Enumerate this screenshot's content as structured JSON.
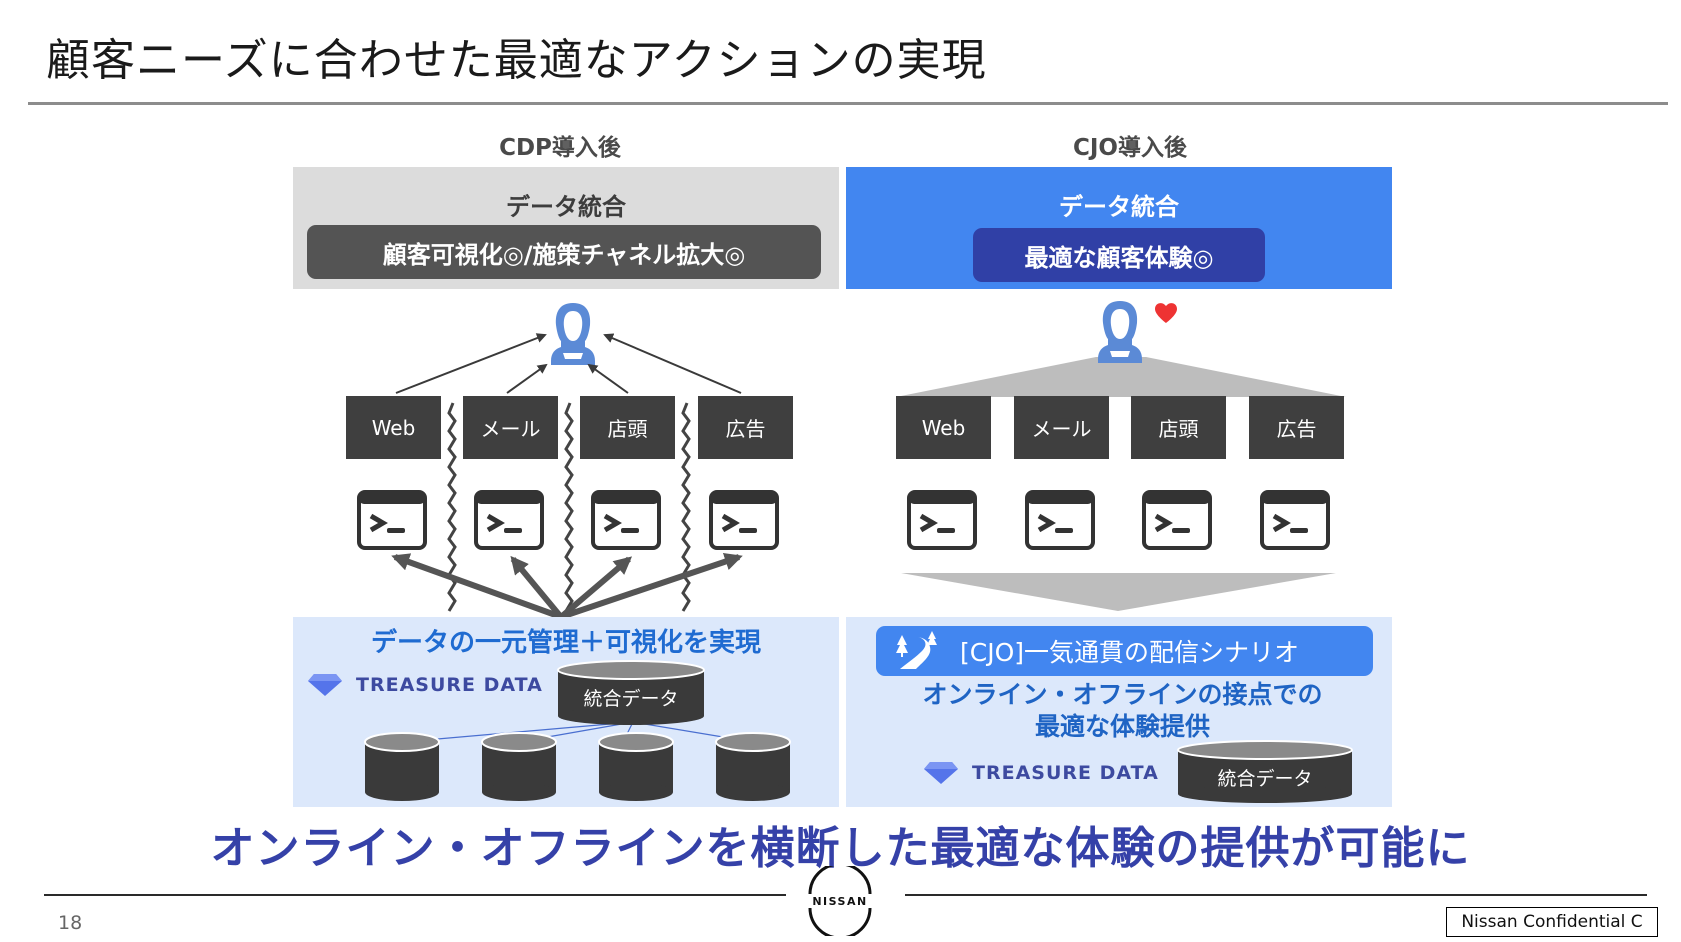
{
  "slide": {
    "title": "顧客ニーズに合わせた最適なアクションの実現",
    "page_number": "18",
    "confidentiality": "Nissan Confidential C",
    "brand_logo_text": "NISSAN",
    "conclusion": "オンライン・オフラインを横断した最適な体験の提供が可能に"
  },
  "left": {
    "heading": "CDP導入後",
    "panel_title": "データ統合",
    "pill": "顧客可視化◎/施策チャネル拡大◎",
    "channels": [
      "Web",
      "メール",
      "店頭",
      "広告"
    ],
    "bottom_heading": "データの一元管理＋可視化を実現",
    "vendor_logo": "TREASURE DATA",
    "integrated_db_label": "統合データ",
    "source_db_count": 4
  },
  "right": {
    "heading": "CJO導入後",
    "panel_title": "データ統合",
    "pill": "最適な顧客体験◎",
    "channels": [
      "Web",
      "メール",
      "店頭",
      "広告"
    ],
    "banner": "[CJO]一気通貫の配信シナリオ",
    "sub_line1": "オンライン・オフラインの接点での",
    "sub_line2": "最適な体験提供",
    "vendor_logo": "TREASURE DATA",
    "integrated_db_label": "統合データ"
  },
  "colors": {
    "cdp_panel_bg": "#dcdcdc",
    "cdp_pill_bg": "#545454",
    "cjo_panel_bg": "#4286f0",
    "cjo_pill_bg": "#3040a6",
    "channel_box": "#3f3f3f",
    "bottom_panel_bg": "#dce8fb",
    "accent_blue_text": "#1f6bd1",
    "conclusion_text": "#3541a8",
    "person_icon": "#5b8ad6",
    "heart": "#ee3333"
  },
  "icons": {
    "person": "person-icon",
    "heart": "heart-icon",
    "terminal": "terminal-icon",
    "database": "database-icon",
    "diamond": "treasure-data-diamond-icon",
    "road": "road-trees-icon"
  }
}
